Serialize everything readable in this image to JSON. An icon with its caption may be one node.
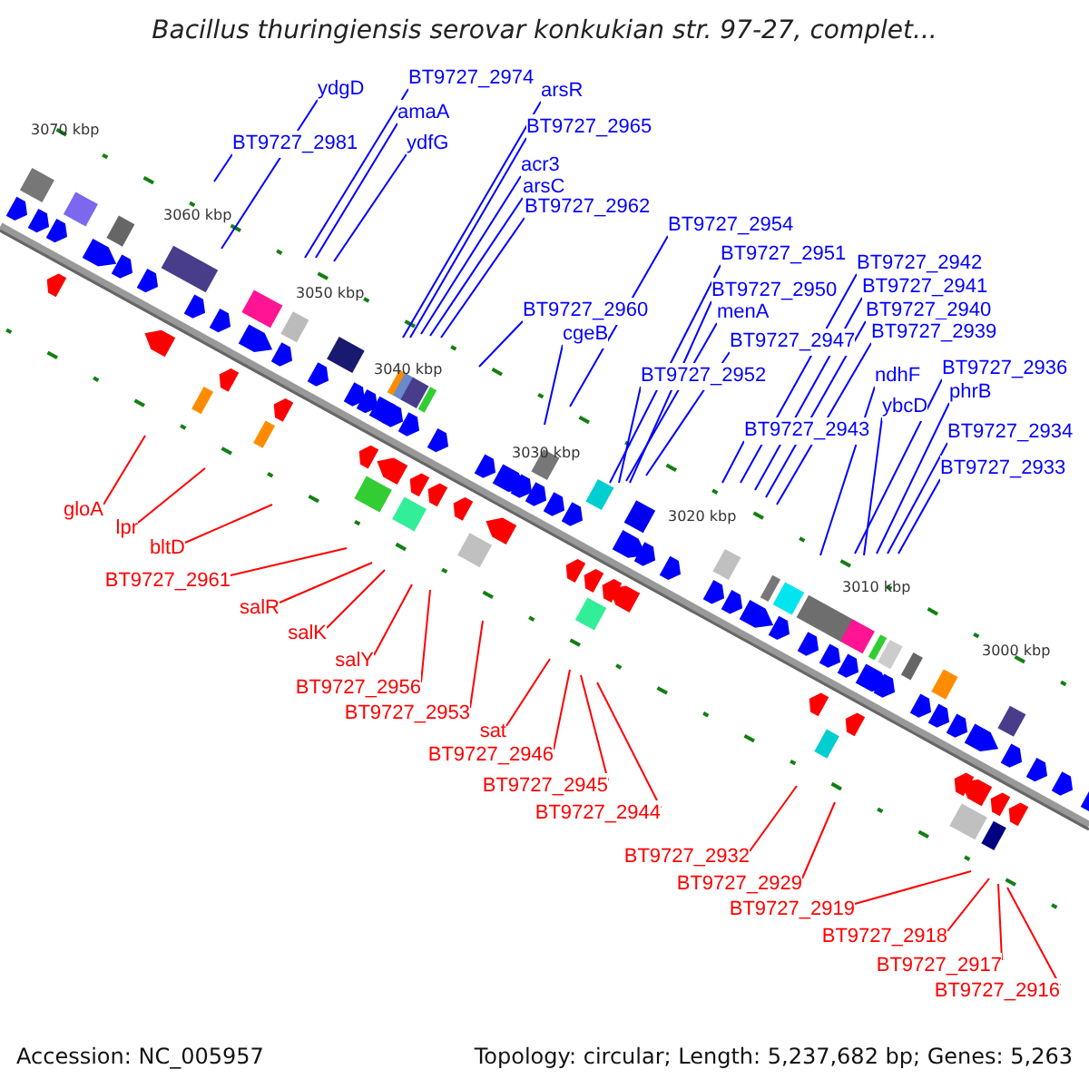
{
  "diagram": {
    "title": "Bacillus thuringiensis serovar konkukian str. 97-27, complet...",
    "nodes": [
      {
        "text": [
          "ydgD"
        ]
      },
      {
        "text": [
          "BT9727_2974"
        ]
      },
      {
        "text": [
          "arsR"
        ]
      },
      {
        "text": [
          "amaA"
        ]
      },
      {
        "text": [
          "BT9727_2981"
        ]
      },
      {
        "text": [
          "ydfG"
        ]
      },
      {
        "text": [
          "BT9727_2965"
        ]
      },
      {
        "text": [
          "acr3"
        ]
      },
      {
        "text": [
          "arsC"
        ]
      },
      {
        "text": [
          "BT9727_2962"
        ]
      },
      {
        "text": [
          "BT9727_2954"
        ]
      },
      {
        "text": [
          "BT9727_2951"
        ]
      },
      {
        "text": [
          "BT9727_2960"
        ]
      },
      {
        "text": [
          "BT9727_2950"
        ]
      },
      {
        "text": [
          "cgeB"
        ]
      },
      {
        "text": [
          "menA"
        ]
      },
      {
        "text": [
          "BT9727_2942"
        ]
      },
      {
        "text": [
          "BT9727_2941"
        ]
      },
      {
        "text": [
          "BT9727_2940"
        ]
      },
      {
        "text": [
          "BT9727_2939"
        ]
      },
      {
        "text": [
          "BT9727_2947"
        ]
      },
      {
        "text": [
          "ndhF"
        ]
      },
      {
        "text": [
          "BT9727_2936"
        ]
      },
      {
        "text": [
          "ybcD"
        ]
      },
      {
        "text": [
          "phrB"
        ]
      },
      {
        "text": [
          "BT9727_2952"
        ]
      },
      {
        "text": [
          "BT9727_2934"
        ]
      },
      {
        "text": [
          "BT9727_2943"
        ]
      },
      {
        "text": [
          "BT9727_2933"
        ]
      },
      {
        "text": [
          "gloA"
        ]
      },
      {
        "text": [
          "lpr"
        ]
      },
      {
        "text": [
          "bltD"
        ]
      },
      {
        "text": [
          "BT9727_2961"
        ]
      },
      {
        "text": [
          "salR"
        ]
      },
      {
        "text": [
          "salK"
        ]
      },
      {
        "text": [
          "salY"
        ]
      },
      {
        "text": [
          "BT9727_2956"
        ]
      },
      {
        "text": [
          "BT9727_2953"
        ]
      },
      {
        "text": [
          "sat"
        ]
      },
      {
        "text": [
          "BT9727_2946"
        ]
      },
      {
        "text": [
          "BT9727_2945"
        ]
      },
      {
        "text": [
          "BT9727_2944"
        ]
      },
      {
        "text": [
          "BT9727_2932"
        ]
      },
      {
        "text": [
          "BT9727_2929"
        ]
      },
      {
        "text": [
          "BT9727_2919"
        ]
      },
      {
        "text": [
          "BT9727_2918"
        ]
      },
      {
        "text": [
          "BT9727_2917"
        ]
      },
      {
        "text": [
          "BT9727_2916"
        ]
      }
    ],
    "edges": [
      {
        "from": 0,
        "to": null,
        "arrow": "none"
      },
      {
        "from": 1,
        "to": null,
        "arrow": "none"
      },
      {
        "from": 2,
        "to": null,
        "arrow": "none"
      },
      {
        "from": 3,
        "to": null,
        "arrow": "none"
      },
      {
        "from": 4,
        "to": null,
        "arrow": "none"
      },
      {
        "from": 5,
        "to": null,
        "arrow": "none"
      },
      {
        "from": 6,
        "to": null,
        "arrow": "none"
      },
      {
        "from": 7,
        "to": null,
        "arrow": "none"
      },
      {
        "from": 8,
        "to": null,
        "arrow": "none"
      },
      {
        "from": 9,
        "to": null,
        "arrow": "none"
      },
      {
        "from": 10,
        "to": null,
        "arrow": "none"
      },
      {
        "from": 11,
        "to": null,
        "arrow": "none"
      },
      {
        "from": 12,
        "to": null,
        "arrow": "none"
      },
      {
        "from": 13,
        "to": null,
        "arrow": "none"
      },
      {
        "from": 14,
        "to": null,
        "arrow": "none"
      },
      {
        "from": 15,
        "to": null,
        "arrow": "none"
      },
      {
        "from": 16,
        "to": null,
        "arrow": "none"
      },
      {
        "from": 17,
        "to": null,
        "arrow": "none"
      },
      {
        "from": 18,
        "to": null,
        "arrow": "none"
      },
      {
        "from": 19,
        "to": null,
        "arrow": "none"
      },
      {
        "from": 20,
        "to": null,
        "arrow": "none"
      },
      {
        "from": 21,
        "to": null,
        "arrow": "none"
      },
      {
        "from": 22,
        "to": null,
        "arrow": "none"
      },
      {
        "from": 23,
        "to": null,
        "arrow": "none"
      },
      {
        "from": 24,
        "to": null,
        "arrow": "none"
      },
      {
        "from": 25,
        "to": null,
        "arrow": "none"
      },
      {
        "from": 26,
        "to": null,
        "arrow": "none"
      },
      {
        "from": 27,
        "to": null,
        "arrow": "none"
      },
      {
        "from": 28,
        "to": null,
        "arrow": "none"
      },
      {
        "from": 29,
        "to": null,
        "arrow": "none",
        "color": "#ff0000"
      },
      {
        "from": 30,
        "to": null,
        "arrow": "none",
        "color": "#ff0000"
      },
      {
        "from": 31,
        "to": null,
        "arrow": "none",
        "color": "#ff0000"
      },
      {
        "from": 32,
        "to": null,
        "arrow": "none",
        "color": "#ff0000"
      },
      {
        "from": 33,
        "to": null,
        "arrow": "none",
        "color": "#ff0000"
      },
      {
        "from": 34,
        "to": null,
        "arrow": "none",
        "color": "#ff0000"
      },
      {
        "from": 35,
        "to": null,
        "arrow": "none",
        "color": "#ff0000"
      },
      {
        "from": 36,
        "to": null,
        "arrow": "none",
        "color": "#ff0000"
      },
      {
        "from": 37,
        "to": null,
        "arrow": "none",
        "color": "#ff0000"
      },
      {
        "from": 38,
        "to": null,
        "arrow": "none",
        "color": "#ff0000"
      },
      {
        "from": 39,
        "to": null,
        "arrow": "none",
        "color": "#ff0000"
      },
      {
        "from": 40,
        "to": null,
        "arrow": "none",
        "color": "#ff0000"
      },
      {
        "from": 41,
        "to": null,
        "arrow": "none",
        "color": "#ff0000"
      },
      {
        "from": 42,
        "to": null,
        "arrow": "none",
        "color": "#ff0000"
      },
      {
        "from": 43,
        "to": null,
        "arrow": "none",
        "color": "#ff0000"
      },
      {
        "from": 44,
        "to": null,
        "arrow": "none",
        "color": "#ff0000"
      },
      {
        "from": 45,
        "to": null,
        "arrow": "none",
        "color": "#ff0000"
      },
      {
        "from": 46,
        "to": null,
        "arrow": "none",
        "color": "#ff0000"
      },
      {
        "from": 47,
        "to": null,
        "arrow": "none",
        "color": "#ff0000"
      }
    ],
    "labels": [
      "3070 kbp",
      "3060 kbp",
      "3050 kbp",
      "3040 kbp",
      "3030 kbp",
      "3020 kbp",
      "3010 kbp",
      "3000 kbp",
      "Accession: NC_005957",
      "Topology: circular; Length: 5,237,682 bp; Genes: 5,263"
    ]
  }
}
